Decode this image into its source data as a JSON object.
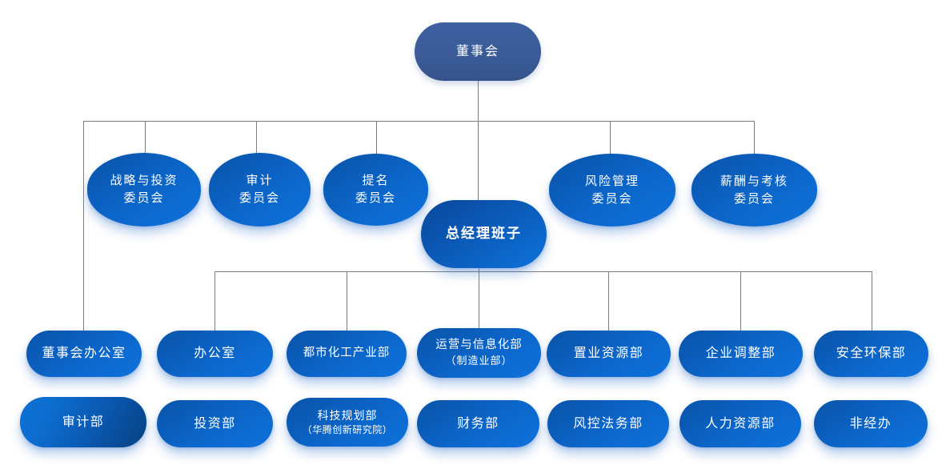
{
  "colors": {
    "board-fill": "#3a5b97",
    "node-fill-start": "#0953a8",
    "node-fill-mid": "#0c66ca",
    "node-fill-end": "#0e72dc",
    "gm-fill-start": "#09479c",
    "audit-fill-start": "#0d6fd2",
    "audit-fill-end": "#064181",
    "line-color": "#7f7f7f",
    "text-color": "#ffffff"
  },
  "board": {
    "label": "董事会"
  },
  "committees": [
    {
      "line1": "战略与投资",
      "line2": "委员会"
    },
    {
      "line1": "审计",
      "line2": "委员会"
    },
    {
      "line1": "提名",
      "line2": "委员会"
    },
    {
      "line1": "风险管理",
      "line2": "委员会"
    },
    {
      "line1": "薪酬与考核",
      "line2": "委员会"
    }
  ],
  "general_manager": {
    "label": "总经理班子"
  },
  "departments_row1": [
    {
      "line1": "董事会办公室"
    },
    {
      "line1": "办公室"
    },
    {
      "line1": "都市化工产业部"
    },
    {
      "line1": "运营与信息化部",
      "line2": "（制造业部）"
    },
    {
      "line1": "置业资源部"
    },
    {
      "line1": "企业调整部"
    },
    {
      "line1": "安全环保部"
    }
  ],
  "departments_row2": [
    {
      "line1": "审计部"
    },
    {
      "line1": "投资部"
    },
    {
      "line1": "科技规划部",
      "line2": "（华腾创新研究院）"
    },
    {
      "line1": "财务部"
    },
    {
      "line1": "风控法务部"
    },
    {
      "line1": "人力资源部"
    },
    {
      "line1": "非经办"
    }
  ]
}
